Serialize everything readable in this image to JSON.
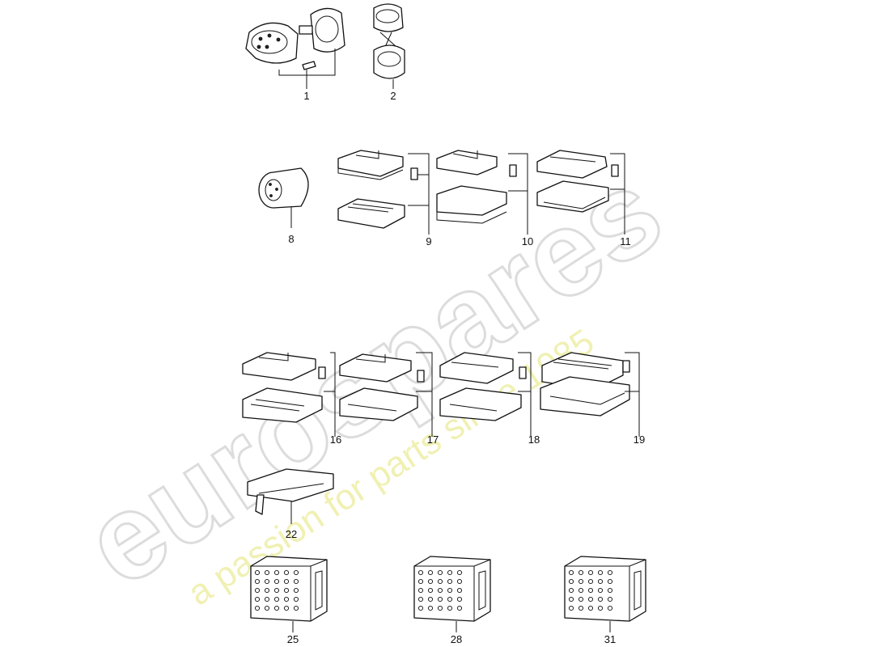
{
  "watermark": {
    "brand": "eurospares",
    "tagline": "a passion for parts since 1985",
    "brand_color": "#d9d9d9",
    "tagline_color": "#e6e680"
  },
  "callouts": [
    {
      "id": "1",
      "label": "1"
    },
    {
      "id": "2",
      "label": "2"
    },
    {
      "id": "8",
      "label": "8"
    },
    {
      "id": "9",
      "label": "9"
    },
    {
      "id": "10",
      "label": "10"
    },
    {
      "id": "11",
      "label": "11"
    },
    {
      "id": "16",
      "label": "16"
    },
    {
      "id": "17",
      "label": "17"
    },
    {
      "id": "18",
      "label": "18"
    },
    {
      "id": "19",
      "label": "19"
    },
    {
      "id": "22",
      "label": "22"
    },
    {
      "id": "25",
      "label": "25"
    },
    {
      "id": "28",
      "label": "28"
    },
    {
      "id": "31",
      "label": "31"
    }
  ]
}
